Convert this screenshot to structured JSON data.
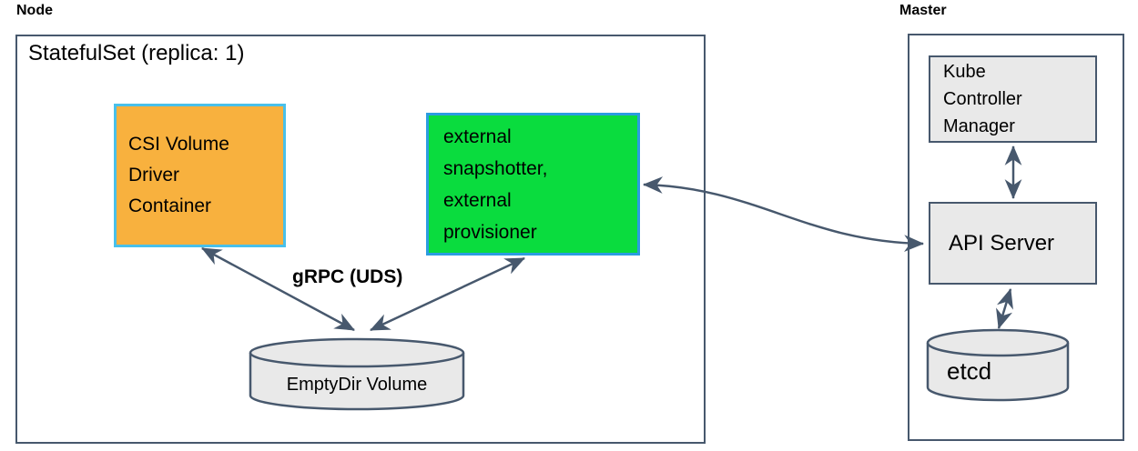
{
  "node": {
    "label": "Node",
    "statefulset_title": "StatefulSet (replica: 1)",
    "csi_driver_box": {
      "lines": [
        "CSI Volume",
        "Driver",
        "Container"
      ]
    },
    "sidecar_box": {
      "lines": [
        "external",
        "snapshotter,",
        "external",
        "provisioner"
      ]
    },
    "grpc_label": "gRPC (UDS)",
    "emptydir_label": "EmptyDir Volume"
  },
  "master": {
    "label": "Master",
    "kcm_box": {
      "lines": [
        "Kube",
        "Controller",
        "Manager"
      ]
    },
    "api_server_label": "API Server",
    "etcd_label": "etcd"
  },
  "colors": {
    "csi_box_fill": "#F8B13E",
    "csi_box_border": "#49C0EA",
    "sidecar_box_fill": "#0ADC3E",
    "sidecar_box_border": "#2B9CE0",
    "gray_fill": "#E9E9E9",
    "outline": "#47586D",
    "arrow": "#47586D",
    "text": "#000000"
  }
}
